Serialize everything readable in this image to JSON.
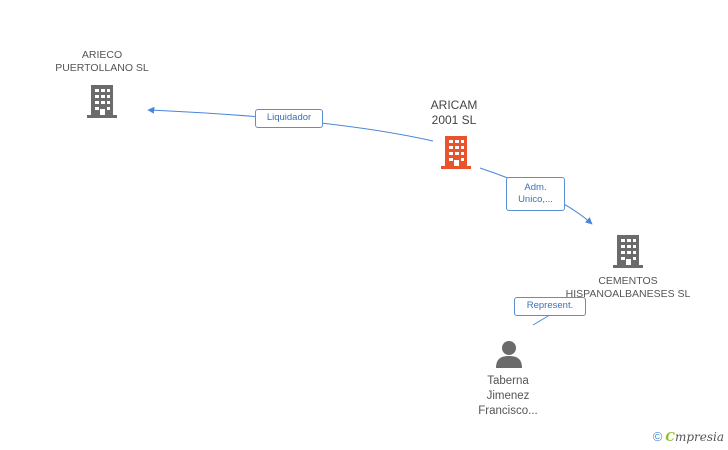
{
  "nodes": {
    "arieco": {
      "label": "ARIECO\nPUERTOLLANO SL",
      "icon": "building-icon",
      "color": "#6b6b6b"
    },
    "aricam": {
      "label": "ARICAM\n2001 SL",
      "icon": "building-icon",
      "color": "#e8532b"
    },
    "cementos": {
      "label": "CEMENTOS\nHISPANOALBANESES SL",
      "icon": "building-icon",
      "color": "#6b6b6b"
    },
    "taberna": {
      "label": "Taberna\nJimenez\nFrancisco...",
      "icon": "person-icon",
      "color": "#6b6b6b"
    }
  },
  "edges": {
    "liquidador": {
      "label": "Liquidador",
      "color": "#4a86d8"
    },
    "adm": {
      "label": "Adm.\nUnico,...",
      "color": "#4a86d8"
    },
    "represent": {
      "label": "Represent.",
      "color": "#4a86d8"
    }
  },
  "watermark": {
    "copyright": "©",
    "brand_initial": "C",
    "brand_rest": "mpresia"
  }
}
